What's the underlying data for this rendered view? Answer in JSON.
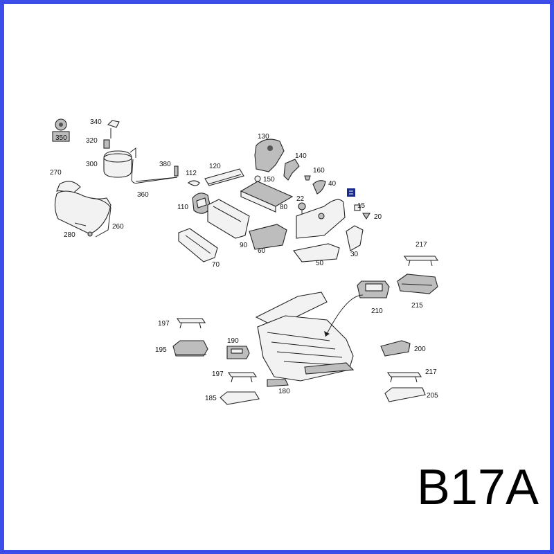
{
  "diagram_code": "B17A",
  "callouts": [
    {
      "id": "340",
      "text": "340"
    },
    {
      "id": "350",
      "text": "350"
    },
    {
      "id": "320",
      "text": "320"
    },
    {
      "id": "300",
      "text": "300"
    },
    {
      "id": "380",
      "text": "380"
    },
    {
      "id": "360",
      "text": "360"
    },
    {
      "id": "270",
      "text": "270"
    },
    {
      "id": "280",
      "text": "280"
    },
    {
      "id": "260",
      "text": "260"
    },
    {
      "id": "112",
      "text": "112"
    },
    {
      "id": "110",
      "text": "110"
    },
    {
      "id": "120",
      "text": "120"
    },
    {
      "id": "130",
      "text": "130"
    },
    {
      "id": "140",
      "text": "140"
    },
    {
      "id": "150",
      "text": "150"
    },
    {
      "id": "160",
      "text": "160"
    },
    {
      "id": "40",
      "text": "40"
    },
    {
      "id": "22",
      "text": "22"
    },
    {
      "id": "80",
      "text": "80"
    },
    {
      "id": "15",
      "text": "15"
    },
    {
      "id": "20",
      "text": "20"
    },
    {
      "id": "90",
      "text": "90"
    },
    {
      "id": "60",
      "text": "60"
    },
    {
      "id": "70",
      "text": "70"
    },
    {
      "id": "50",
      "text": "50"
    },
    {
      "id": "30",
      "text": "30"
    },
    {
      "id": "217a",
      "text": "217"
    },
    {
      "id": "210",
      "text": "210"
    },
    {
      "id": "215",
      "text": "215"
    },
    {
      "id": "197a",
      "text": "197"
    },
    {
      "id": "195",
      "text": "195"
    },
    {
      "id": "190",
      "text": "190"
    },
    {
      "id": "200",
      "text": "200"
    },
    {
      "id": "197b",
      "text": "197"
    },
    {
      "id": "217b",
      "text": "217"
    },
    {
      "id": "185",
      "text": "185"
    },
    {
      "id": "180",
      "text": "180"
    },
    {
      "id": "205",
      "text": "205"
    }
  ]
}
